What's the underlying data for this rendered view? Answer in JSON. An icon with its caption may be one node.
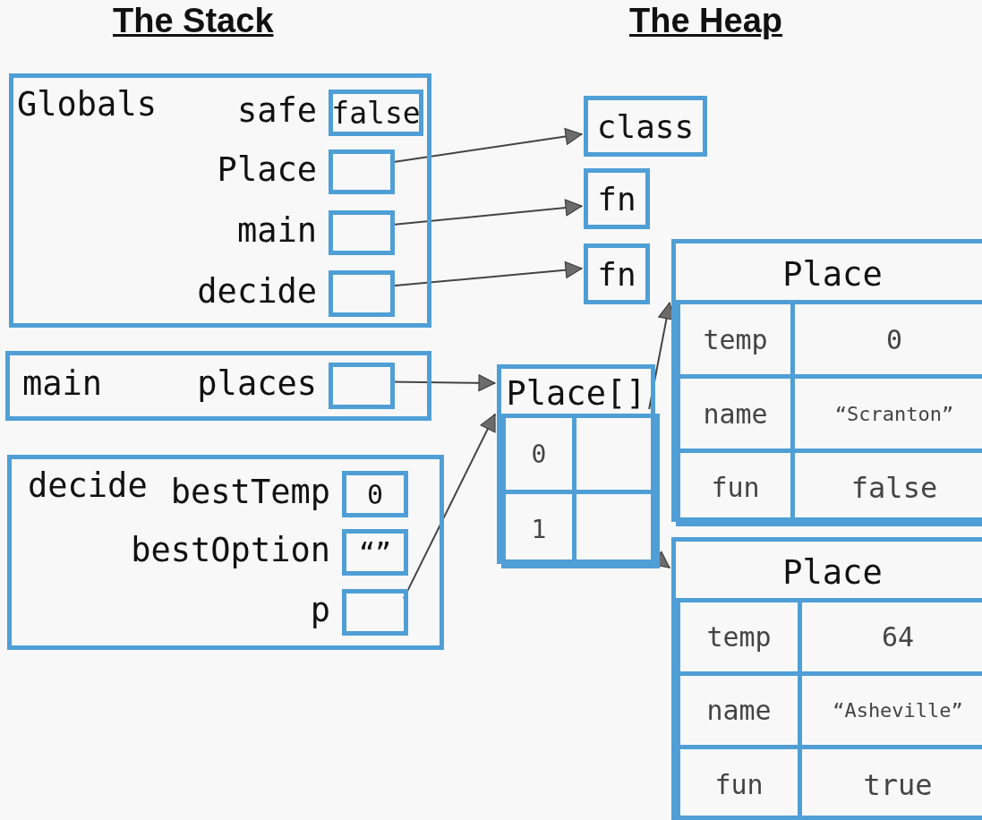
{
  "diagram": {
    "nodes": [
      {
        "text": [
          "Globals"
        ]
      },
      {
        "text": [
          "false"
        ],
        "beside": [
          "safe"
        ],
        "in": 0
      },
      {
        "text": [],
        "shape": "box",
        "beside": [
          "Place"
        ],
        "in": 0
      },
      {
        "text": [],
        "shape": "box",
        "beside": [
          "main"
        ],
        "in": 0
      },
      {
        "text": [],
        "shape": "box",
        "beside": [
          "decide"
        ],
        "in": 0
      },
      {
        "text": [
          "main"
        ]
      },
      {
        "text": [],
        "shape": "box",
        "beside": [
          "places"
        ],
        "in": 5
      },
      {
        "text": [
          "decide"
        ]
      },
      {
        "text": [
          "0"
        ],
        "beside": [
          "bestTemp"
        ],
        "in": 7
      },
      {
        "text": [
          "“”"
        ],
        "beside": [
          "bestOption"
        ],
        "in": 7
      },
      {
        "text": [],
        "shape": "box",
        "beside": [
          "p"
        ],
        "in": 7
      },
      {
        "text": [
          "class"
        ]
      },
      {
        "text": [
          "fn"
        ]
      },
      {
        "text": [
          "fn"
        ]
      },
      {
        "text": [
          "Place[]"
        ]
      },
      {
        "text": [
          "0"
        ],
        "in": 14
      },
      {
        "text": [],
        "shape": "box",
        "in": 14
      },
      {
        "text": [
          "1"
        ],
        "in": 14
      },
      {
        "text": [],
        "shape": "box",
        "in": 14
      },
      {
        "text": [
          "Place"
        ]
      },
      {
        "text": [
          "temp"
        ],
        "in": 19
      },
      {
        "text": [
          "0"
        ],
        "in": 19
      },
      {
        "text": [
          "name"
        ],
        "in": 19
      },
      {
        "text": [
          "“Scranton”"
        ],
        "in": 19
      },
      {
        "text": [
          "fun"
        ],
        "in": 19
      },
      {
        "text": [
          "false"
        ],
        "in": 19
      },
      {
        "text": [
          "Place"
        ]
      },
      {
        "text": [
          "temp"
        ],
        "in": 26
      },
      {
        "text": [
          "64"
        ],
        "in": 26
      },
      {
        "text": [
          "name"
        ],
        "in": 26
      },
      {
        "text": [
          "“Asheville”"
        ],
        "in": 26
      },
      {
        "text": [
          "fun"
        ],
        "in": 26
      },
      {
        "text": [
          "true"
        ],
        "in": 26
      }
    ],
    "edges": [
      {
        "from": 2,
        "to": 11,
        "arrow": "to"
      },
      {
        "from": 3,
        "to": 12,
        "arrow": "to"
      },
      {
        "from": 4,
        "to": 13,
        "arrow": "to"
      },
      {
        "from": 6,
        "to": 14,
        "arrow": "to"
      },
      {
        "from": 10,
        "to": 14,
        "arrow": "to"
      },
      {
        "from": 16,
        "to": 19,
        "arrow": "to"
      },
      {
        "from": 18,
        "to": 26,
        "arrow": "to"
      }
    ],
    "labels": [
      "The Stack",
      "The Heap"
    ]
  }
}
